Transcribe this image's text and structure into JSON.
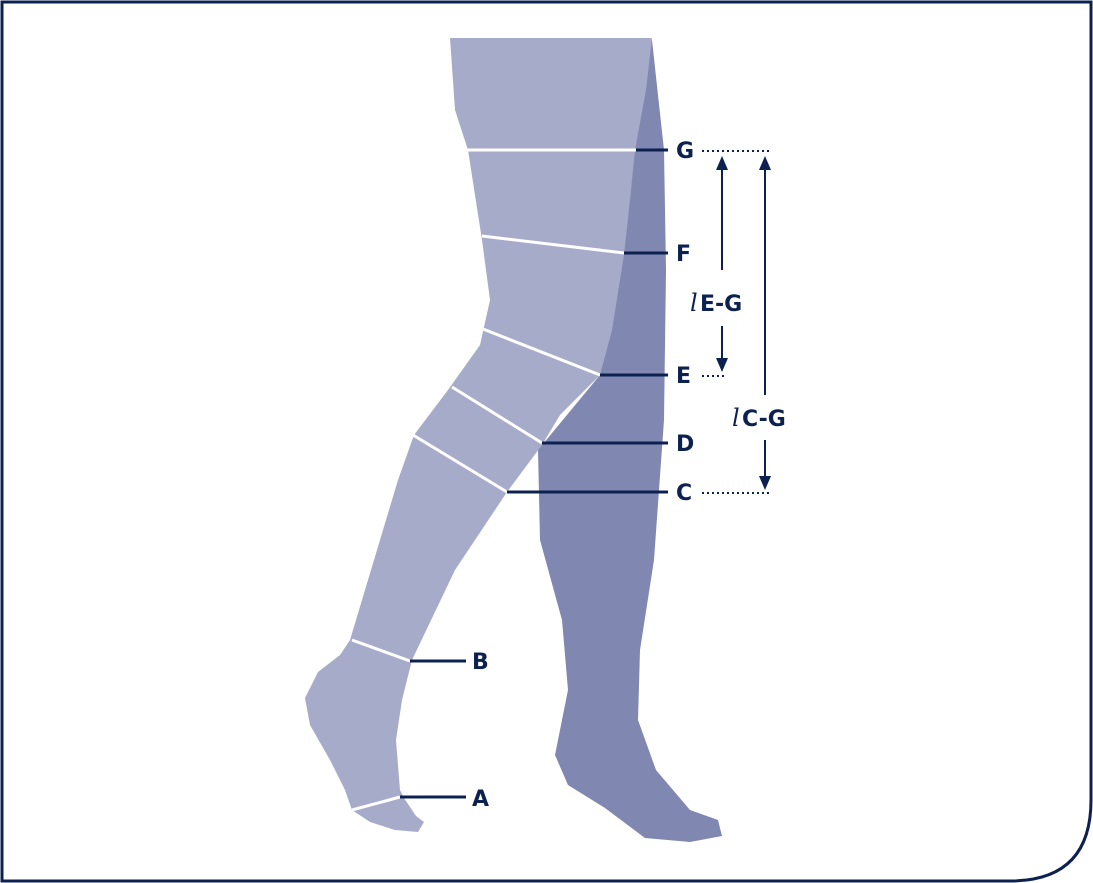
{
  "colors": {
    "border": "#0d2150",
    "leg_front": "#a7abca",
    "leg_back": "#8087b0",
    "band_line": "#ffffff",
    "label": "#0d2150"
  },
  "points": {
    "a": "A",
    "b": "B",
    "c": "C",
    "d": "D",
    "e": "E",
    "f": "F",
    "g": "G"
  },
  "lengths": {
    "eg_prefix": "l",
    "eg_label": "E-G",
    "cg_prefix": "l",
    "cg_label": "C-G"
  }
}
